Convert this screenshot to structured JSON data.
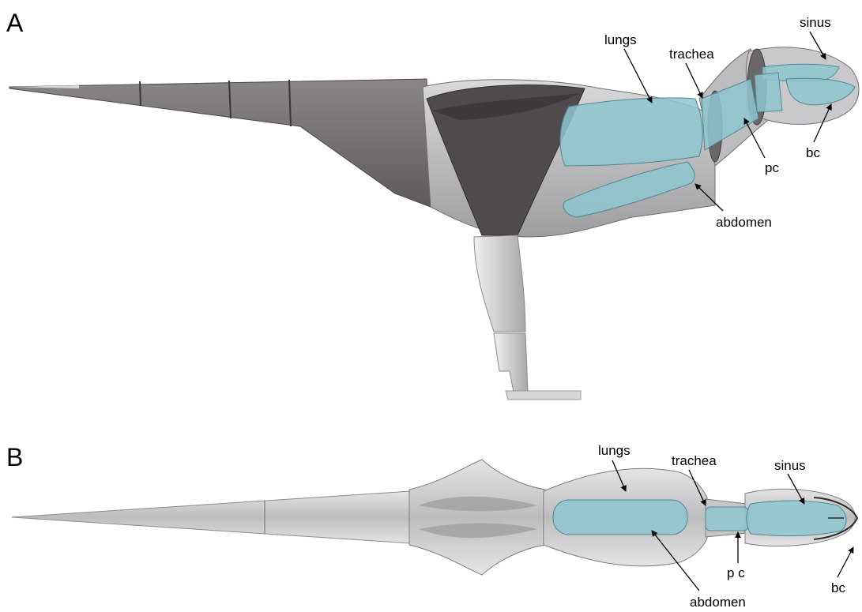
{
  "panels": [
    {
      "id": "A",
      "letter": "A",
      "labels": {
        "lungs": "lungs",
        "trachea": "trachea",
        "sinus": "sinus",
        "pc": "pc",
        "bc": "bc",
        "abdomen": "abdomen"
      }
    },
    {
      "id": "B",
      "letter": "B",
      "labels": {
        "lungs": "lungs",
        "trachea": "trachea",
        "sinus": "sinus",
        "pc": "p c",
        "bc": "bc",
        "abdomen": "abdomen"
      }
    }
  ]
}
